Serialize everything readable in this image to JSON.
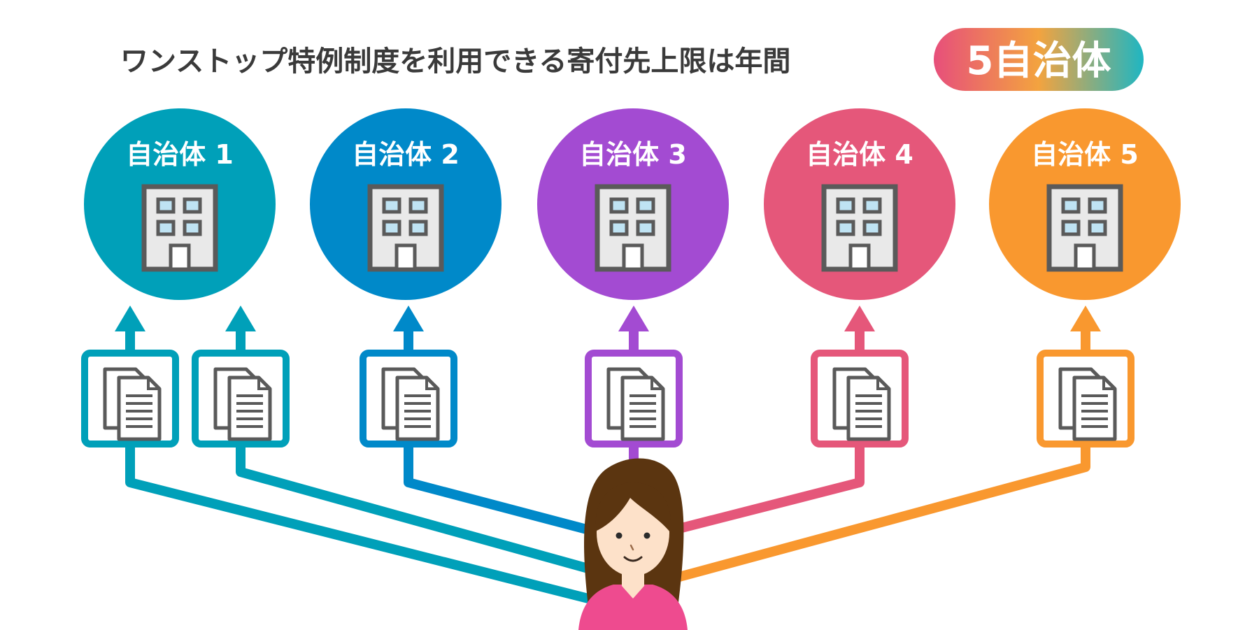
{
  "title": {
    "text": "ワンストップ特例制度を利用できる寄付先上限は年間",
    "badge": "5自治体",
    "badge_colors": [
      "#e74f7b",
      "#f3a33f",
      "#1fb6c2"
    ]
  },
  "municipalities": [
    {
      "label": "自治体 1",
      "color": "#00a0b9",
      "icon": "building-icon"
    },
    {
      "label": "自治体 2",
      "color": "#0089c9",
      "icon": "building-icon"
    },
    {
      "label": "自治体 3",
      "color": "#a34bd2",
      "icon": "building-icon"
    },
    {
      "label": "自治体 4",
      "color": "#e5577a",
      "icon": "building-icon"
    },
    {
      "label": "自治体 5",
      "color": "#f9982f",
      "icon": "building-icon"
    }
  ],
  "documents": [
    {
      "target": 1,
      "color": "#00a0b9",
      "icon": "documents-icon"
    },
    {
      "target": 1,
      "color": "#00a0b9",
      "icon": "documents-icon"
    },
    {
      "target": 2,
      "color": "#0089c9",
      "icon": "documents-icon"
    },
    {
      "target": 3,
      "color": "#a34bd2",
      "icon": "documents-icon"
    },
    {
      "target": 4,
      "color": "#e5577a",
      "icon": "documents-icon"
    },
    {
      "target": 5,
      "color": "#f9982f",
      "icon": "documents-icon"
    }
  ],
  "person": {
    "icon": "woman-avatar-icon",
    "hair": "#5b3510",
    "skin": "#fde1c9",
    "shirt": "#ee4b8f"
  }
}
